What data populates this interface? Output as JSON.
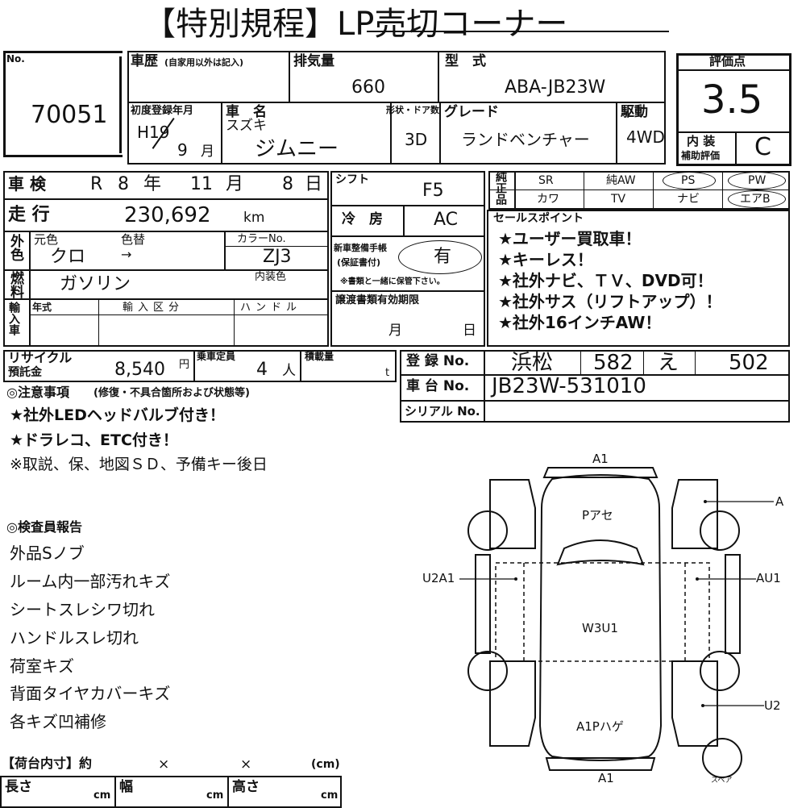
{
  "title": "【特別規程】LP売切コーナー",
  "lot": {
    "label": "No.",
    "number": "70051"
  },
  "history": {
    "label": "車歴",
    "note": "(自家用以外は記入)"
  },
  "displacement": {
    "label": "排気量",
    "value": "660"
  },
  "model": {
    "label": "型　式",
    "value": "ABA-JB23W"
  },
  "score": {
    "label": "評価点",
    "value": "3.5",
    "interior_label_1": "内 装",
    "interior_label_2": "補助評価",
    "interior_value": "C"
  },
  "first_reg": {
    "label": "初度登録年月",
    "era": "H19",
    "month": "9",
    "month_unit": "月"
  },
  "car_name": {
    "label": "車　名",
    "maker": "スズキ",
    "name": "ジムニー"
  },
  "doors": {
    "label": "形状・ドア数",
    "value": "3D"
  },
  "grade": {
    "label": "グレード",
    "value": "ランドベンチャー"
  },
  "drive": {
    "label": "駆動",
    "value": "4WD"
  },
  "shaken": {
    "label": "車 検",
    "era": "R",
    "year": "8",
    "year_unit": "年",
    "month": "11",
    "month_unit": "月",
    "day": "8",
    "day_unit": "日"
  },
  "shift": {
    "label": "シフト",
    "value": "F5"
  },
  "genuine": {
    "label": "純正品",
    "items": [
      "SR",
      "純AW",
      "PS",
      "PW",
      "カワ",
      "TV",
      "ナビ",
      "エアB"
    ]
  },
  "mileage": {
    "label": "走 行",
    "value": "230,692",
    "unit": "km"
  },
  "ac": {
    "label": "冷　房",
    "value": "AC"
  },
  "exterior": {
    "label": "外色",
    "orig_label": "元色",
    "change_label": "色替",
    "orig": "クロ",
    "arrow": "→",
    "code_label": "カラーNo.",
    "code": "ZJ3"
  },
  "warranty": {
    "label1": "新車整備手帳",
    "label2": "(保証書付)",
    "value": "有",
    "note": "※書類と一緒に保管下さい。"
  },
  "fuel": {
    "label": "燃料",
    "value": "ガソリン",
    "interior_color_label": "内装色"
  },
  "sales": {
    "label": "セールスポイント",
    "points": [
      "★ユーザー買取車！",
      "★キーレス！",
      "★社外ナビ、ＴＶ、DVD可！",
      "★社外サス（リフトアップ）！",
      "★社外16インチAW！"
    ]
  },
  "import": {
    "label": "輸入車",
    "year_label": "年式",
    "class_label": "輸入区分",
    "handle_label": "ハンドル"
  },
  "transfer": {
    "label": "譲渡書類有効期限",
    "month_unit": "月",
    "day_unit": "日"
  },
  "recycle": {
    "label1": "リサイクル",
    "label2": "預託金",
    "value": "8,540",
    "unit": "円"
  },
  "capacity": {
    "label": "乗車定員",
    "value": "4",
    "unit": "人"
  },
  "load": {
    "label": "積載量",
    "unit": "t"
  },
  "registration": {
    "label": "登 録 No.",
    "area": "浜松",
    "class": "582",
    "kana": "え",
    "number": "502"
  },
  "chassis": {
    "label": "車 台 No.",
    "value": "JB23W-531010"
  },
  "serial": {
    "label": "シリアル No."
  },
  "notes": {
    "label": "◎注意事項",
    "sub": "(修復・不具合箇所および状態等)",
    "lines": [
      "★社外LEDヘッドバルブ付き！",
      "★ドラレコ、ETC付き！",
      "※取説、保、地図ＳＤ、予備キー後日"
    ]
  },
  "inspector": {
    "label": "◎検査員報告",
    "lines": [
      "外品Sノブ",
      "ルーム内一部汚れキズ",
      "シートスレシワ切れ",
      "ハンドルスレ切れ",
      "荷室キズ",
      "背面タイヤカバーキズ",
      "各キズ凹補修"
    ]
  },
  "cargo": {
    "label": "【荷台内寸】約",
    "x1": "×",
    "x2": "×",
    "unit": "(cm)",
    "length_label": "長さ",
    "width_label": "幅",
    "height_label": "高さ",
    "cm": "cm"
  },
  "diagram": {
    "front": "A1",
    "rear": "A1",
    "hood": "Pアセ",
    "roof": "W3U1",
    "back": "A1Pハゲ",
    "right_front": "A",
    "right_side": "AU1",
    "right_rear": "U2",
    "left_side": "U2A1",
    "spare": "スペア"
  }
}
